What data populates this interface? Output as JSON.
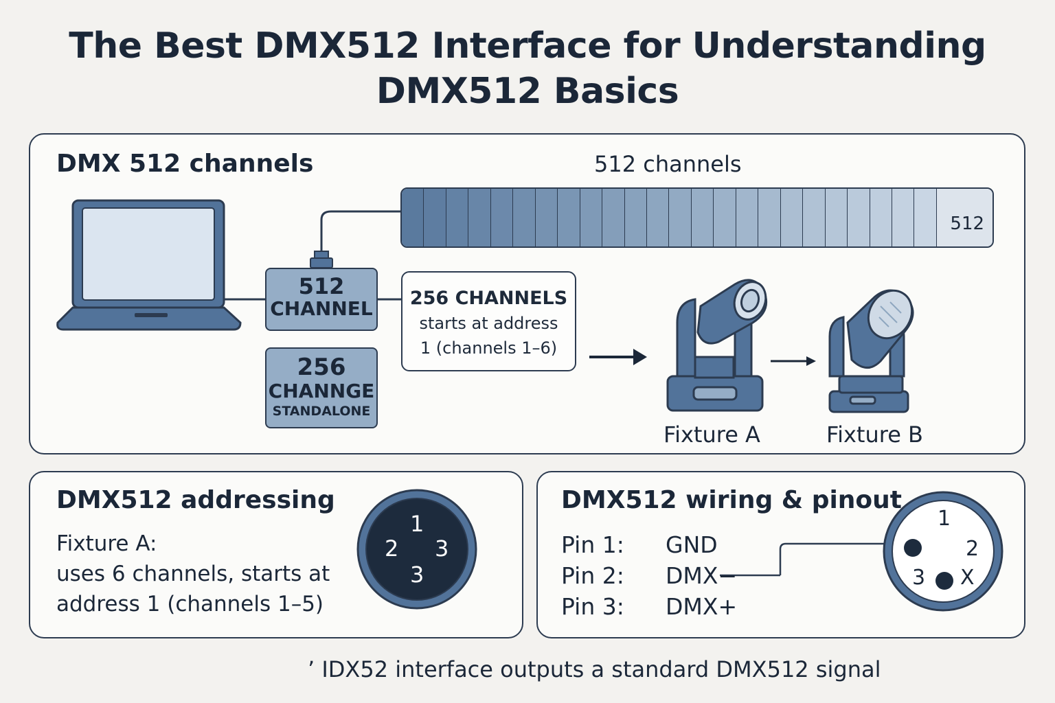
{
  "title": {
    "line1": "The Best DMX512 Interface for Understanding",
    "line2": "DMX512 Basics"
  },
  "channels_panel": {
    "heading": "DMX 512 channels",
    "bar_label": "512 channels",
    "bar_end_label": "512",
    "interface_box": {
      "line1": "512",
      "line2": "CHANNEL"
    },
    "standalone_box": {
      "line1": "256",
      "line2": "CHANNGE",
      "line3": "STANDALONE"
    },
    "info_box": {
      "line1": "256 CHANNELS",
      "line2": "starts at address",
      "line3": "1 (channels 1–6)"
    },
    "fixture_a": "Fixture A",
    "fixture_b": "Fixture B"
  },
  "addressing_panel": {
    "heading": "DMX512 addressing",
    "line1": "Fixture A:",
    "line2": "uses 6 channels, starts at",
    "line3": "address 1 (channels 1–5)",
    "connector_pins": [
      "1",
      "2",
      "3",
      "3"
    ]
  },
  "wiring_panel": {
    "heading": "DMX512 wiring & pinout",
    "pins": [
      {
        "label": "Pin  1:",
        "signal": "GND"
      },
      {
        "label": "Pin  2:",
        "signal": "DMX−"
      },
      {
        "label": "Pin  3:",
        "signal": "DMX+"
      }
    ],
    "connector_labels": [
      "1",
      "2",
      "3",
      "X"
    ]
  },
  "footer": "’ IDX52 interface outputs a standard DMX512 signal",
  "colors": {
    "outline": "#2c3b50",
    "device_fill": "#52739a",
    "box_fill": "#95adc6",
    "connector_fill": "#1d2b3d"
  },
  "icons": [
    "laptop-icon",
    "moving-head-fixture-icon",
    "xlr-connector-icon",
    "arrow-right-icon"
  ]
}
